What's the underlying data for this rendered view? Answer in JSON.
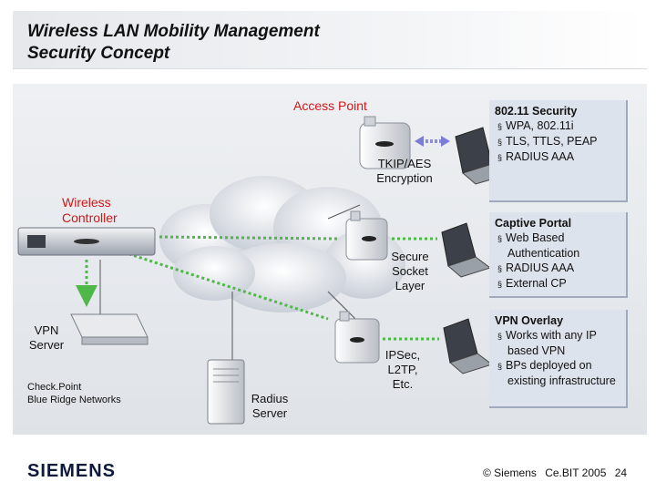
{
  "title": {
    "line1": "Wireless LAN Mobility Management",
    "line2": "Security Concept"
  },
  "labels": {
    "access_point": "Access Point",
    "tkip_1": "TKIP/AES",
    "tkip_2": "Encryption",
    "wireless_1": "Wireless",
    "wireless_2": "Controller",
    "secure_1": "Secure",
    "secure_2": "Socket",
    "secure_3": "Layer",
    "vpn_1": "VPN",
    "vpn_2": "Server",
    "checkpoint_1": "Check.Point",
    "checkpoint_2": "Blue Ridge Networks",
    "radius_1": "Radius",
    "radius_2": "Server",
    "ipsec_1": "IPSec,",
    "ipsec_2": "L2TP,",
    "ipsec_3": "Etc."
  },
  "boxes": {
    "security": {
      "title": "802.11 Security",
      "items": [
        "WPA, 802.11i",
        "TLS, TTLS, PEAP",
        "RADIUS AAA"
      ]
    },
    "captive": {
      "title": "Captive Portal",
      "items": [
        "Web Based Authentication",
        "RADIUS AAA",
        "External CP"
      ]
    },
    "vpn": {
      "title": "VPN Overlay",
      "items": [
        "Works with any IP based VPN",
        "BPs deployed on existing infrastructure"
      ]
    }
  },
  "bullet_glyph": "§",
  "footer": {
    "logo": "SIEMENS",
    "copyright": "© Siemens",
    "event": "Ce.BIT 2005",
    "page": "24"
  },
  "colors": {
    "red_label": "#d01818",
    "arrow_blue": "#8a8cd8",
    "arrow_green": "#4fb848",
    "box_bg": "#dde3ec"
  }
}
